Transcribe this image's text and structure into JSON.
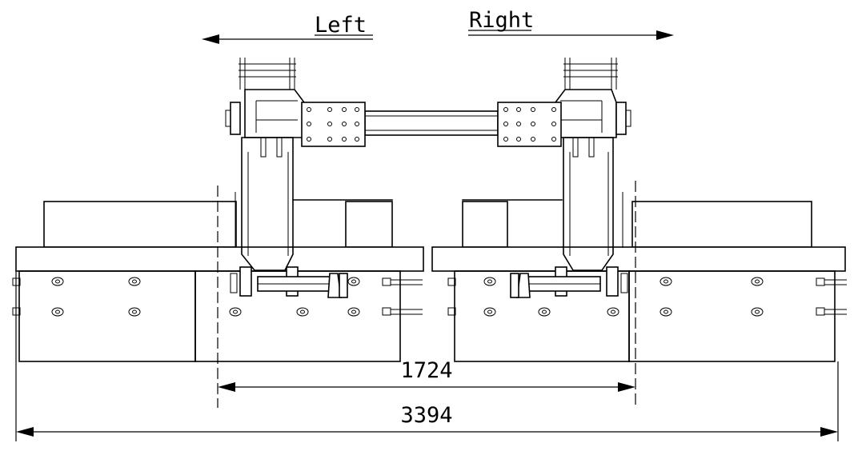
{
  "labels": {
    "left": "Left",
    "right": "Right"
  },
  "dimensions": {
    "inner": "1724",
    "overall": "3394"
  },
  "colors": {
    "stroke": "#000000",
    "background": "#ffffff"
  },
  "icons": {
    "left_arrow": "arrow-left-icon",
    "right_arrow": "arrow-right-icon"
  }
}
